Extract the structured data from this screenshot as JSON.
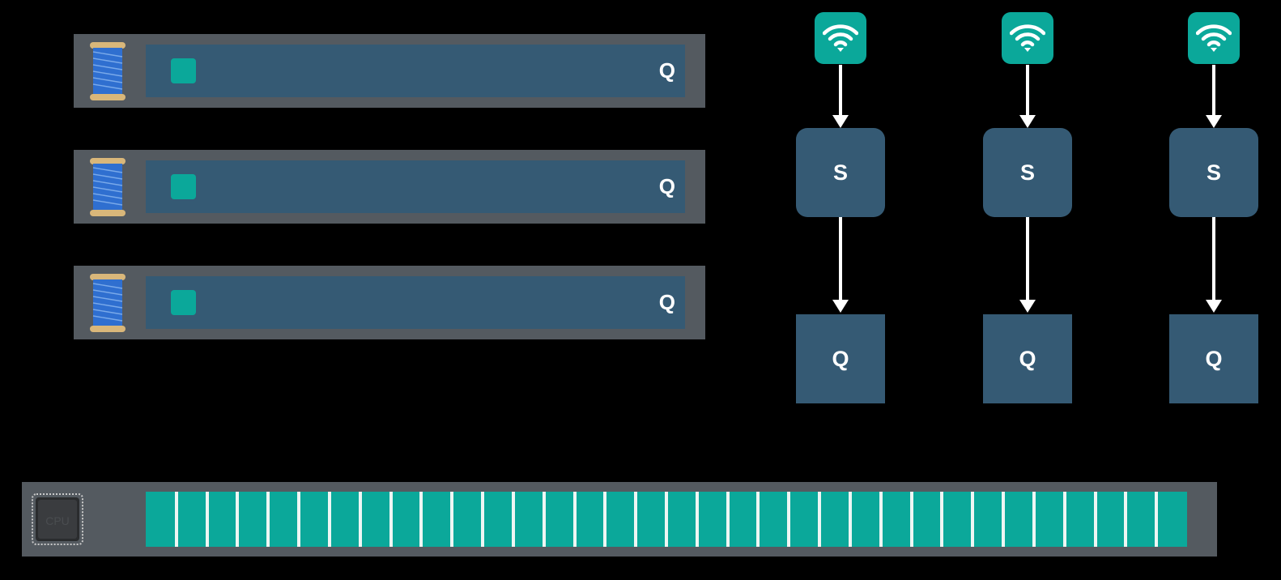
{
  "colors": {
    "background": "#000000",
    "panel_gray": "#545a60",
    "queue_blue": "#355a74",
    "work_teal": "#0ba89a",
    "arrow_white": "#ffffff"
  },
  "threads": [
    {
      "icon": "spool-of-thread-icon",
      "queue_label": "Q"
    },
    {
      "icon": "spool-of-thread-icon",
      "queue_label": "Q"
    },
    {
      "icon": "spool-of-thread-icon",
      "queue_label": "Q"
    }
  ],
  "pipelines": [
    {
      "icon": "wifi-icon",
      "source_label": "S",
      "queue_label": "Q"
    },
    {
      "icon": "wifi-icon",
      "source_label": "S",
      "queue_label": "Q"
    },
    {
      "icon": "wifi-icon",
      "source_label": "S",
      "queue_label": "Q"
    }
  ],
  "cpu": {
    "chip_label": "CPU",
    "icon": "cpu-chip-icon",
    "segment_count": 34
  }
}
